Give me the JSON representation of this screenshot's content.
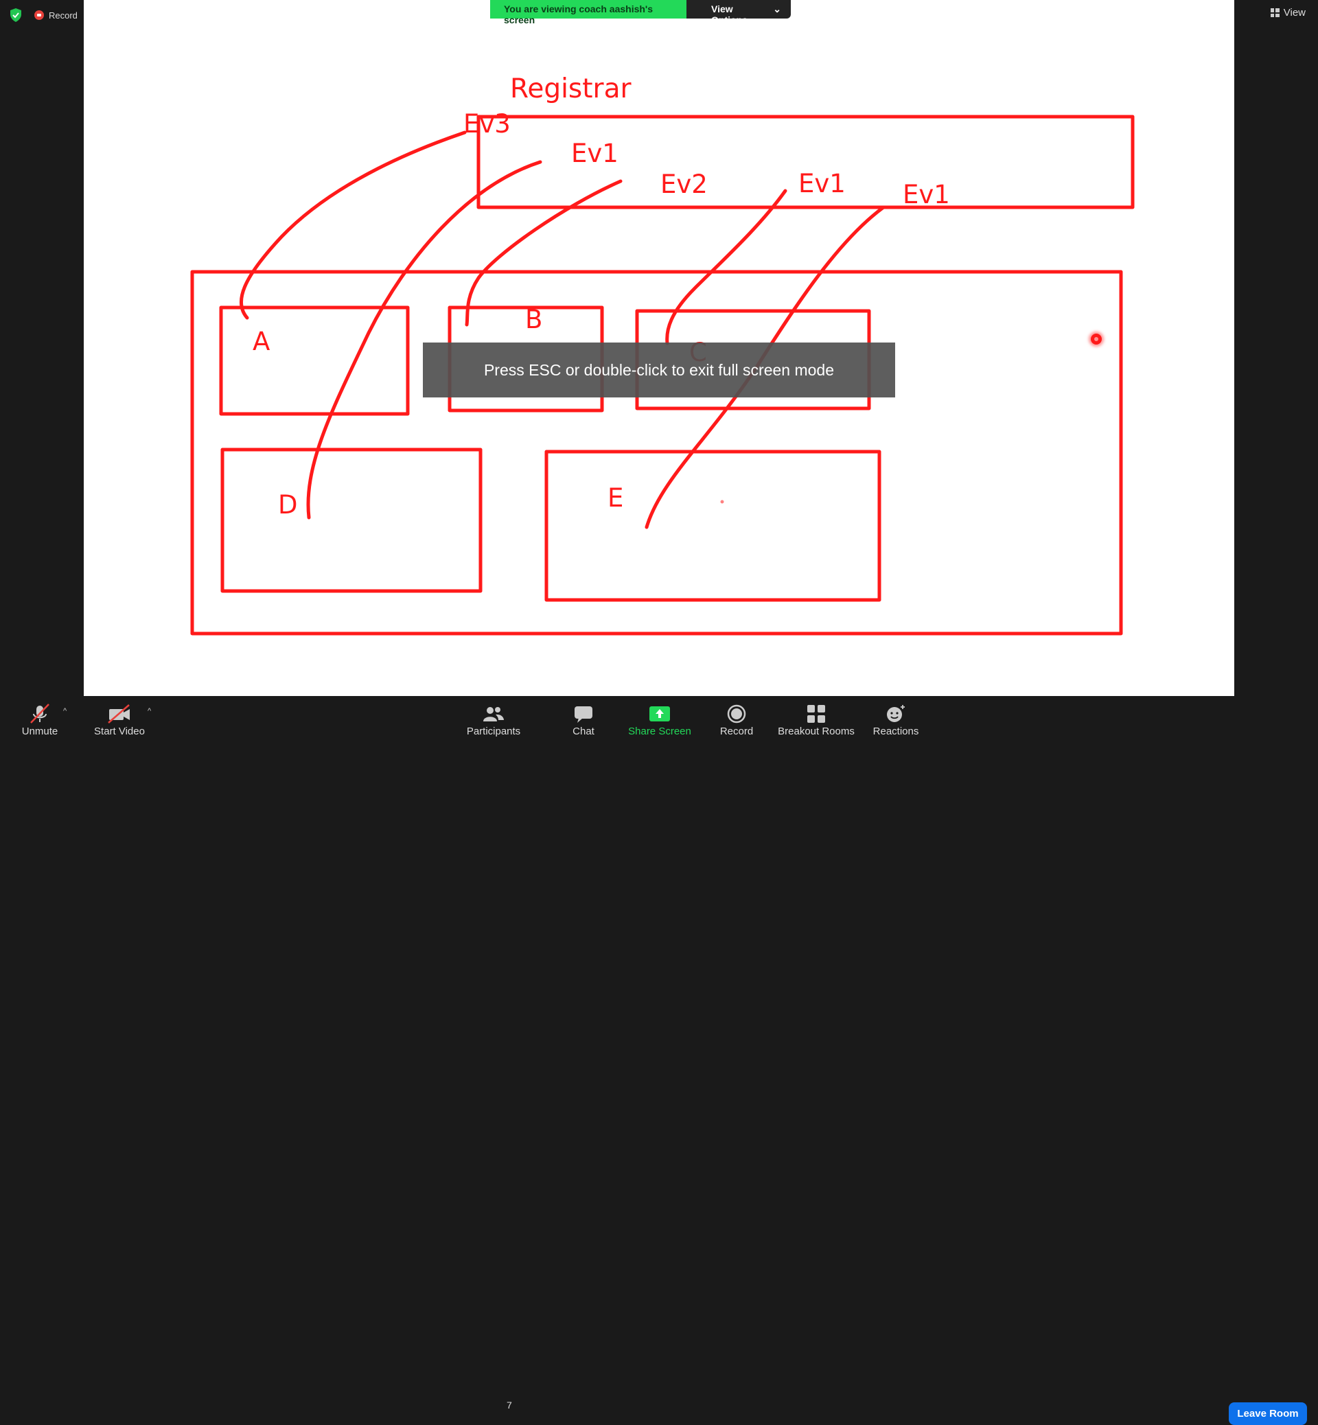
{
  "top": {
    "recording_label": "Record",
    "view_label": "View"
  },
  "banner": {
    "viewing_text": "You are viewing coach aashish's screen",
    "options_label": "View Options"
  },
  "whiteboard": {
    "title": "Registrar",
    "labels": {
      "ev3": "Ev3",
      "ev1_a": "Ev1",
      "ev2": "Ev2",
      "ev1_b": "Ev1",
      "ev1_c": "Ev1",
      "a": "A",
      "b": "B",
      "c": "C",
      "d": "D",
      "e": "E"
    },
    "stroke_color": "#ff1a1a"
  },
  "toast": {
    "message": "Press ESC or double-click to exit full screen mode"
  },
  "toolbar": {
    "unmute": "Unmute",
    "start_video": "Start Video",
    "participants": "Participants",
    "participants_count": "7",
    "chat": "Chat",
    "share_screen": "Share Screen",
    "record": "Record",
    "breakout_rooms": "Breakout Rooms",
    "reactions": "Reactions",
    "leave_room": "Leave Room"
  },
  "colors": {
    "accent_green": "#23d959",
    "leave_blue": "#0e71eb",
    "toolbar_bg": "#1a1a1a"
  }
}
